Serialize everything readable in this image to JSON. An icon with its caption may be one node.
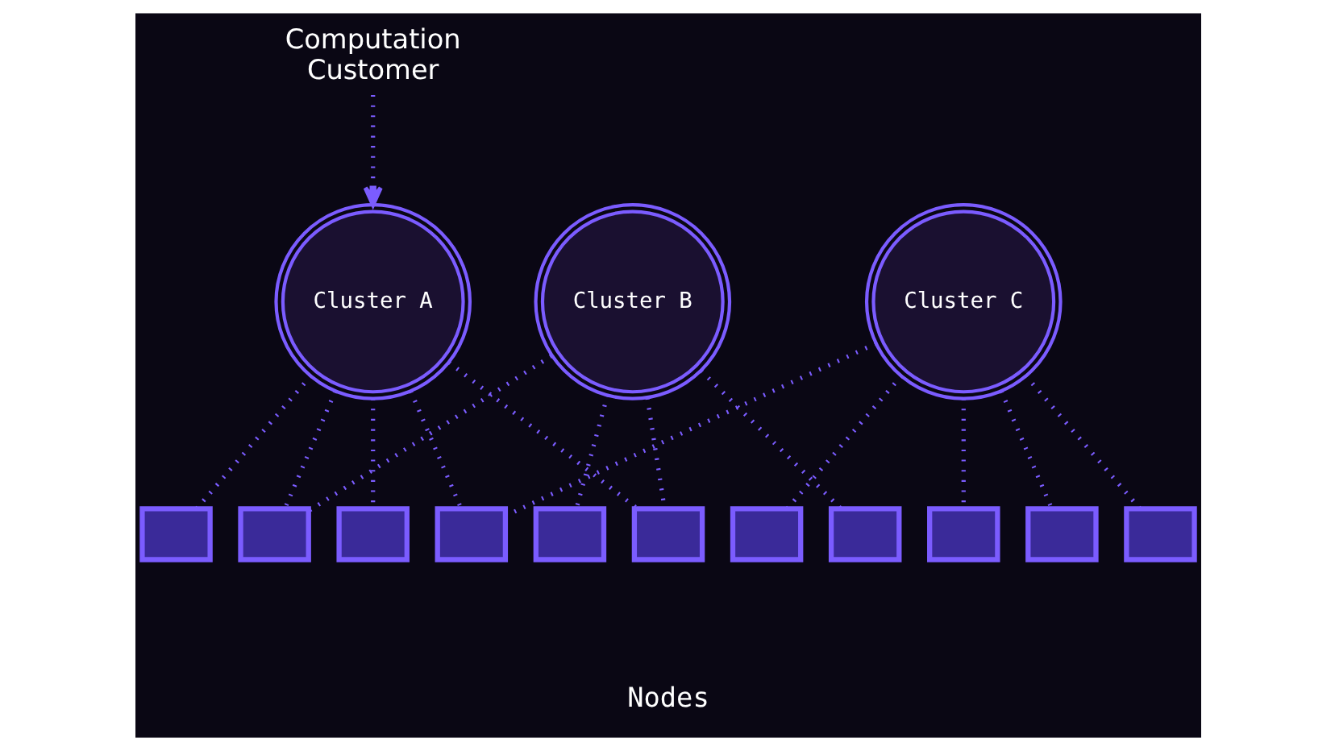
{
  "diagram": {
    "nodes": [
      {
        "text": [
          "Computation",
          "Customer"
        ]
      },
      {
        "text": [
          "Cluster A"
        ]
      },
      {
        "text": [
          "Cluster B"
        ]
      },
      {
        "text": [
          "Cluster C"
        ]
      },
      {
        "text": [],
        "shape": "box"
      },
      {
        "text": [],
        "shape": "box"
      },
      {
        "text": [],
        "shape": "box"
      },
      {
        "text": [],
        "shape": "box"
      },
      {
        "text": [],
        "shape": "box"
      },
      {
        "text": [],
        "shape": "box"
      },
      {
        "text": [],
        "shape": "box"
      },
      {
        "text": [],
        "shape": "box"
      },
      {
        "text": [],
        "shape": "box"
      },
      {
        "text": [],
        "shape": "box"
      },
      {
        "text": [],
        "shape": "box"
      }
    ],
    "edges": [
      {
        "from": 0,
        "to": 1,
        "arrow": "to"
      },
      {
        "from": 1,
        "to": 4,
        "arrow": "none"
      },
      {
        "from": 1,
        "to": 5,
        "arrow": "none"
      },
      {
        "from": 1,
        "to": 6,
        "arrow": "none"
      },
      {
        "from": 1,
        "to": 7,
        "arrow": "none"
      },
      {
        "from": 1,
        "to": 9,
        "arrow": "none"
      },
      {
        "from": 2,
        "to": 5,
        "arrow": "none"
      },
      {
        "from": 2,
        "to": 8,
        "arrow": "none"
      },
      {
        "from": 2,
        "to": 9,
        "arrow": "none"
      },
      {
        "from": 2,
        "to": 11,
        "arrow": "none"
      },
      {
        "from": 3,
        "to": 7,
        "arrow": "none"
      },
      {
        "from": 3,
        "to": 10,
        "arrow": "none"
      },
      {
        "from": 3,
        "to": 12,
        "arrow": "none"
      },
      {
        "from": 3,
        "to": 13,
        "arrow": "none"
      },
      {
        "from": 3,
        "to": 14,
        "arrow": "none"
      }
    ],
    "labels": [
      "Nodes"
    ]
  }
}
